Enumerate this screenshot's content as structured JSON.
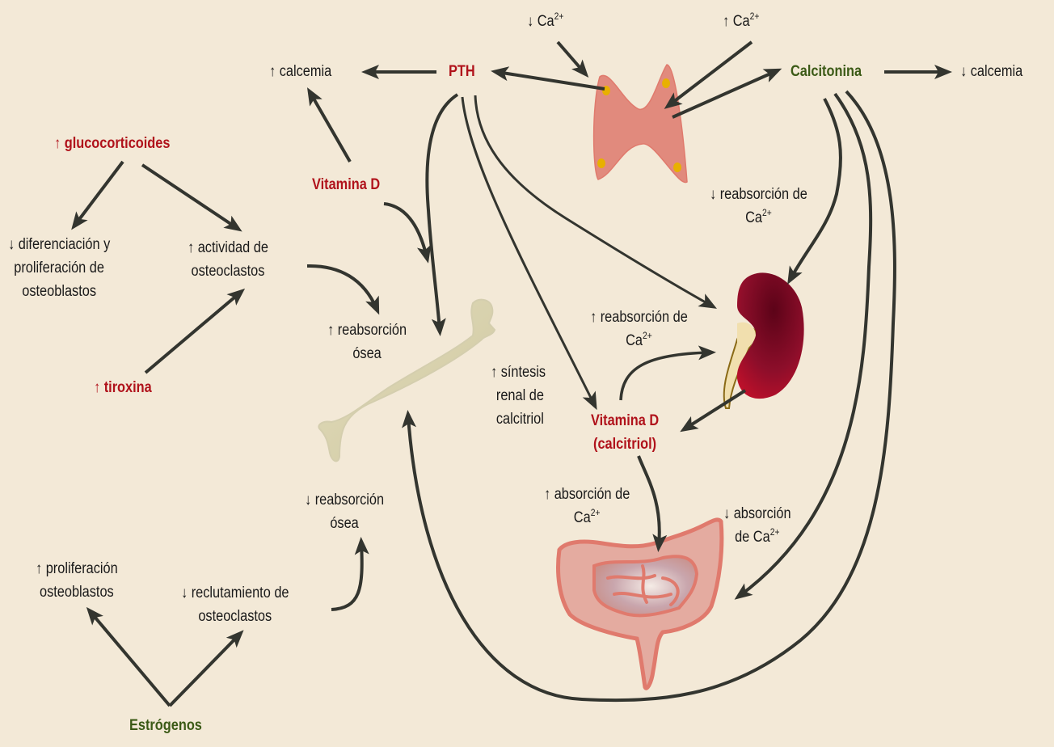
{
  "colors": {
    "background": "#f3e9d7",
    "arrow": "#33352f",
    "hormone_red": "#b0121b",
    "hormone_green": "#3b5a16",
    "thyroid": "#e18a7d",
    "parathyroid_dots": "#e8b000",
    "kidney": "#8a0f26",
    "bone": "#d9d3b0",
    "intestine": "#e9a89c"
  },
  "icons": {
    "up": "↑",
    "down": "↓"
  },
  "labels": {
    "ca_down_top": {
      "arrow": "down",
      "text": "Ca",
      "sup": "2+"
    },
    "ca_up_top": {
      "arrow": "up",
      "text": "Ca",
      "sup": "2+"
    },
    "calcemia_up": {
      "arrow": "up",
      "text": "calcemia"
    },
    "pth": {
      "text": "PTH"
    },
    "calcitonina": {
      "text": "Calcitonina"
    },
    "calcemia_down": {
      "arrow": "down",
      "text": "calcemia"
    },
    "glucocorticoides": {
      "arrow": "up",
      "text": "glucocorticoides"
    },
    "vitamina_d": {
      "text": "Vitamina D"
    },
    "diferenciacion": {
      "arrow": "down",
      "lines": [
        "diferenciación y",
        "proliferación de",
        "osteoblastos"
      ]
    },
    "actividad": {
      "arrow": "up",
      "lines": [
        "actividad de",
        "osteoclastos"
      ]
    },
    "reabsorcion_osea_up": {
      "arrow": "up",
      "lines": [
        "reabsorción",
        "ósea"
      ]
    },
    "tiroxina": {
      "arrow": "up",
      "text": "tiroxina"
    },
    "reabsorcion_ca_down": {
      "arrow": "down",
      "lines": [
        "reabsorción de",
        "Ca"
      ],
      "sup": "2+"
    },
    "reabsorcion_ca_up": {
      "arrow": "up",
      "lines": [
        "reabsorción de",
        "Ca"
      ],
      "sup": "2+"
    },
    "sintesis": {
      "arrow": "up",
      "lines": [
        "síntesis",
        "renal de",
        "calcitriol"
      ]
    },
    "calcitriol": {
      "lines": [
        "Vitamina D",
        "(calcitriol)"
      ]
    },
    "absorcion_up": {
      "arrow": "up",
      "lines": [
        "absorción de",
        "Ca"
      ],
      "sup": "2+"
    },
    "absorcion_down": {
      "arrow": "down",
      "lines": [
        "absorción",
        "de Ca"
      ],
      "sup": "2+"
    },
    "reabsorcion_osea_down": {
      "arrow": "down",
      "lines": [
        "reabsorción",
        "ósea"
      ]
    },
    "proliferacion": {
      "arrow": "up",
      "lines": [
        "proliferación",
        "osteoblastos"
      ]
    },
    "reclutamiento": {
      "arrow": "down",
      "lines": [
        "reclutamiento de",
        "osteoclastos"
      ]
    },
    "estrogenos": {
      "text": "Estrógenos"
    }
  }
}
